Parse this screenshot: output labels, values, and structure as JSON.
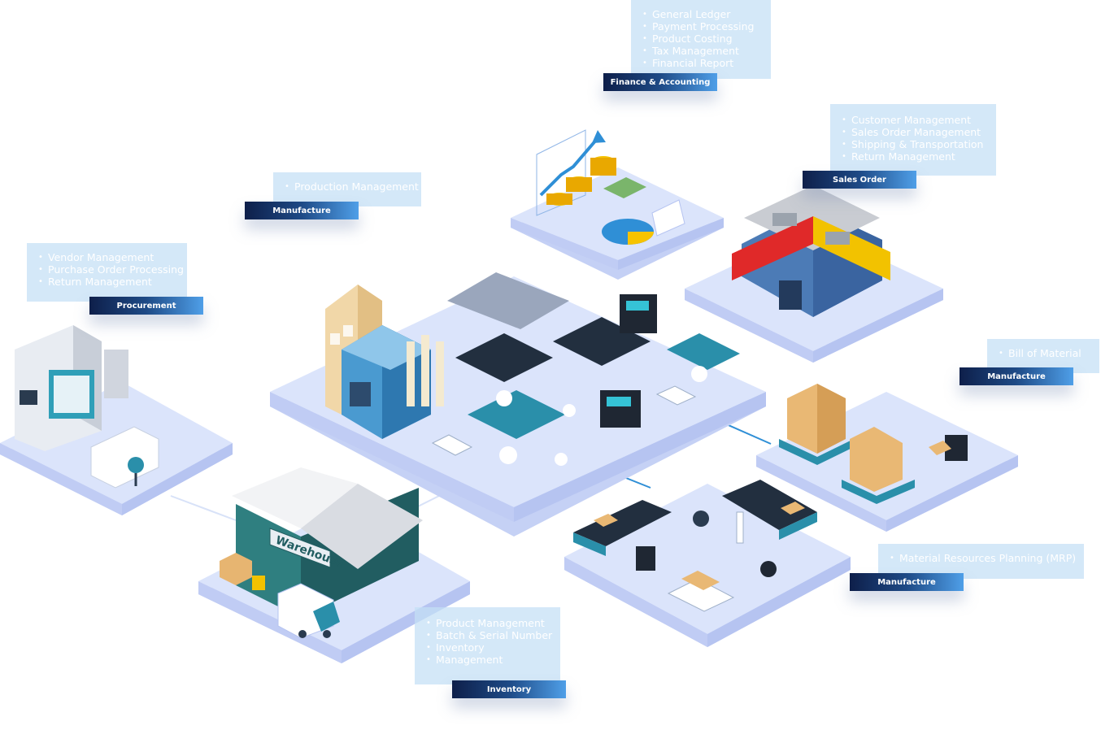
{
  "labels": {
    "finance": "Finance & Accounting",
    "sales": "Sales Order",
    "manufacture_production": "Manufacture",
    "procurement": "Procurement",
    "manufacture_bom": "Manufacture",
    "manufacture_mrp": "Manufacture",
    "inventory": "Inventory"
  },
  "lists": {
    "finance": [
      "General Ledger",
      "Payment Processing",
      "Product Costing",
      "Tax Management",
      "Financial Report"
    ],
    "sales": [
      "Customer Management",
      "Sales Order Management",
      "Shipping & Transportation",
      "Return Management"
    ],
    "manufacture_production": [
      "Production Management"
    ],
    "procurement": [
      "Vendor Management",
      "Purchase Order Processing",
      "Return Management"
    ],
    "manufacture_bom": [
      "Bill of Material"
    ],
    "manufacture_mrp": [
      "Material Resources Planning (MRP)"
    ],
    "inventory": [
      "Product Management",
      "Batch & Serial Number",
      "Inventory",
      "Management"
    ]
  },
  "warehouse_sign": "Warehouse",
  "colors": {
    "platform_top": "#d9e3fb",
    "platform_side": "#c2cff6",
    "tag_dark": "#0e1f4a",
    "tag_light": "#4f9fe8",
    "info_bg": "#c4dff5",
    "connector": "#2f8fd6"
  }
}
